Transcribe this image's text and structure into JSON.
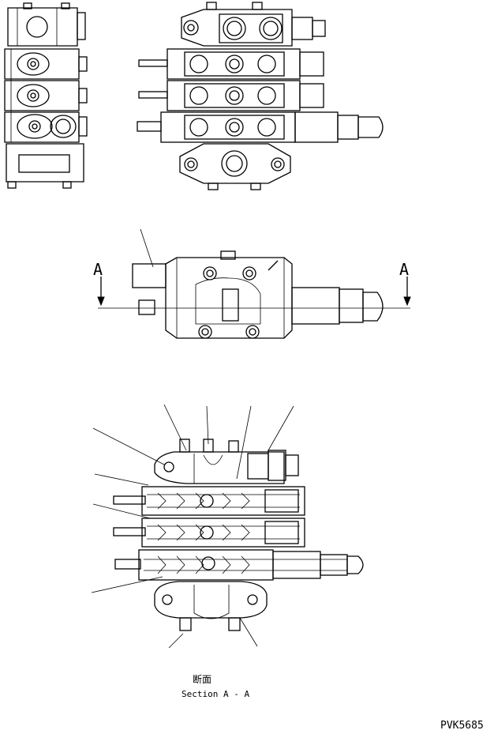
{
  "section_marker": {
    "left": "A",
    "right": "A"
  },
  "caption": {
    "jp": "断面",
    "en": "Section A - A"
  },
  "drawing_code": "PVK5685",
  "colors": {
    "line": "#000000",
    "background": "#ffffff"
  }
}
